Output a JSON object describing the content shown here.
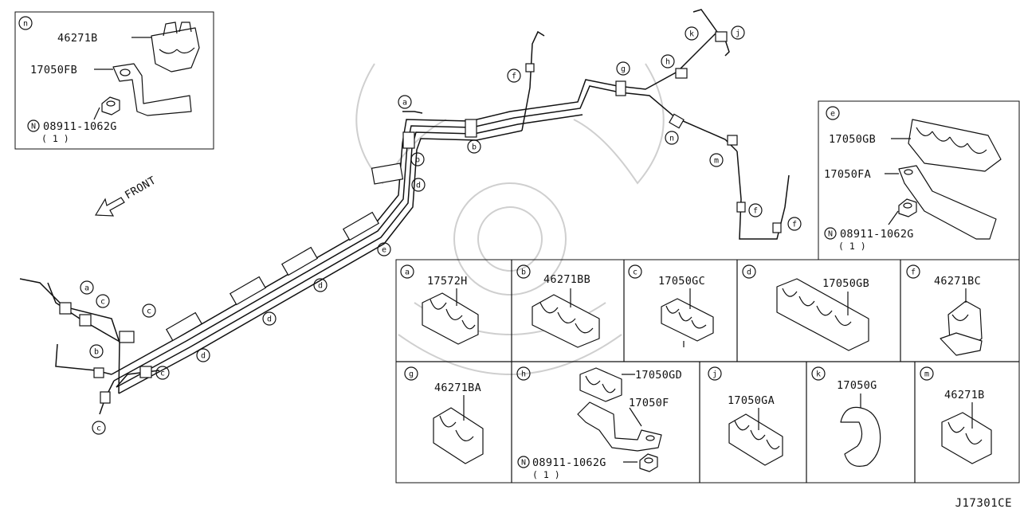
{
  "diagram": {
    "drawing_code": "J17301CE",
    "front_label": "FRONT",
    "callout_keys": {
      "a": "a",
      "b": "b",
      "c": "c",
      "d": "d",
      "e": "e",
      "f": "f",
      "g": "g",
      "h": "h",
      "j": "j",
      "k": "k",
      "m": "m",
      "n": "n"
    },
    "part_numbers": {
      "p_17572H": "17572H",
      "p_46271BB": "46271BB",
      "p_17050GC": "17050GC",
      "p_17050GB": "17050GB",
      "p_46271BC": "46271BC",
      "p_46271BA": "46271BA",
      "p_17050GD": "17050GD",
      "p_17050F": "17050F",
      "p_17050GA": "17050GA",
      "p_17050G": "17050G",
      "p_46271B": "46271B",
      "p_17050FB": "17050FB",
      "p_17050FA": "17050FA",
      "nut_symbol": "N",
      "nut": "08911-1062G",
      "nut_qty": "( 1 )"
    }
  }
}
